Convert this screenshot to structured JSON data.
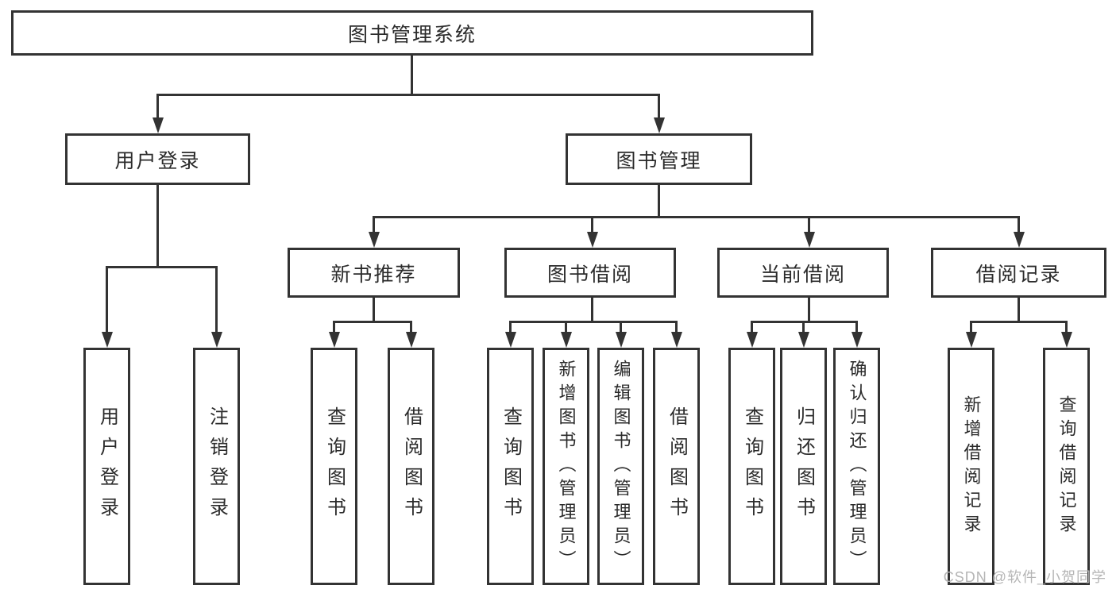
{
  "diagram": {
    "type": "tree-structure-diagram",
    "background_color": "#ffffff",
    "line_color": "#333333",
    "text_color": "#2b2b2b",
    "watermark": {
      "text": "CSDN @软件_小贺同学",
      "color": "#b5b5b5"
    },
    "nodes": {
      "root": {
        "label": "图书管理系统"
      },
      "level2": [
        {
          "label": "用户登录"
        },
        {
          "label": "图书管理"
        }
      ],
      "level3": [
        {
          "label": "新书推荐",
          "parent": "图书管理"
        },
        {
          "label": "图书借阅",
          "parent": "图书管理"
        },
        {
          "label": "当前借阅",
          "parent": "图书管理"
        },
        {
          "label": "借阅记录",
          "parent": "图书管理"
        }
      ],
      "leaves": [
        {
          "label": "用户登录",
          "parent": "用户登录"
        },
        {
          "label": "注销登录",
          "parent": "用户登录"
        },
        {
          "label": "查询图书",
          "parent": "新书推荐"
        },
        {
          "label": "借阅图书",
          "parent": "新书推荐"
        },
        {
          "label": "查询图书",
          "parent": "图书借阅"
        },
        {
          "label": "新增图书（管理员）",
          "parent": "图书借阅"
        },
        {
          "label": "编辑图书（管理员）",
          "parent": "图书借阅"
        },
        {
          "label": "借阅图书",
          "parent": "图书借阅"
        },
        {
          "label": "查询图书",
          "parent": "当前借阅"
        },
        {
          "label": "归还图书",
          "parent": "当前借阅"
        },
        {
          "label": "确认归还（管理员）",
          "parent": "当前借阅"
        },
        {
          "label": "新增借阅记录",
          "parent": "借阅记录"
        },
        {
          "label": "查询借阅记录",
          "parent": "借阅记录"
        }
      ]
    }
  }
}
